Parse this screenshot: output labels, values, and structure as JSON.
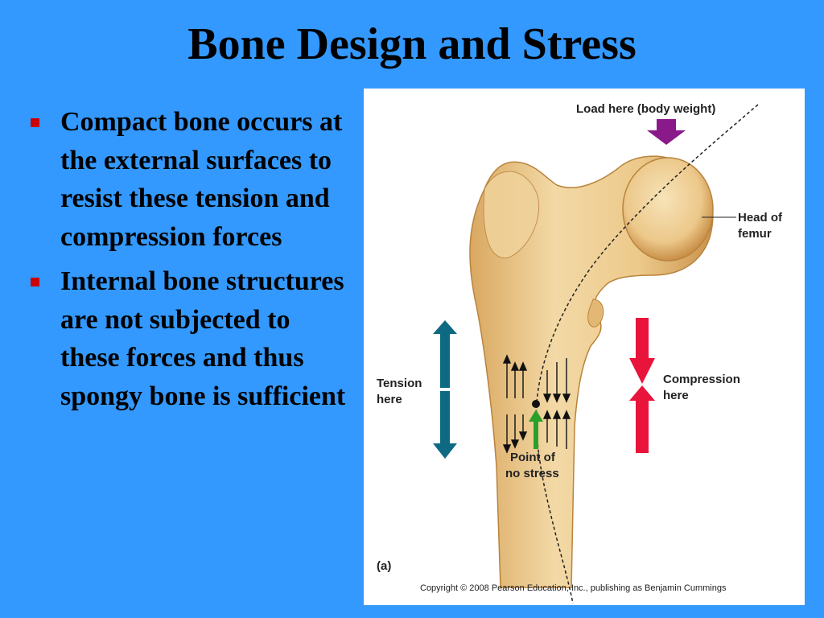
{
  "slide": {
    "title": "Bone Design and Stress",
    "bullets": [
      "Compact bone occurs at the external surfaces to resist these tension and compression forces",
      "Internal bone structures are not subjected to these forces and thus spongy bone is sufficient"
    ]
  },
  "figure": {
    "load_label": "Load here (body weight)",
    "head_label_line1": "Head of",
    "head_label_line2": "femur",
    "tension_line1": "Tension",
    "tension_line2": "here",
    "compression_line1": "Compression",
    "compression_line2": "here",
    "point_line1": "Point of",
    "point_line2": "no stress",
    "panel_label": "(a)",
    "copyright": "Copyright © 2008 Pearson Education, Inc., publishing as Benjamin Cummings"
  },
  "colors": {
    "background": "#3399ff",
    "bullet": "#cc0000",
    "tension_arrow": "#0e6a82",
    "compression_arrow": "#e8143c",
    "load_arrow": "#8a1a8a",
    "neutral_arrow": "#2aa02a",
    "bone": "#e8c58a"
  }
}
